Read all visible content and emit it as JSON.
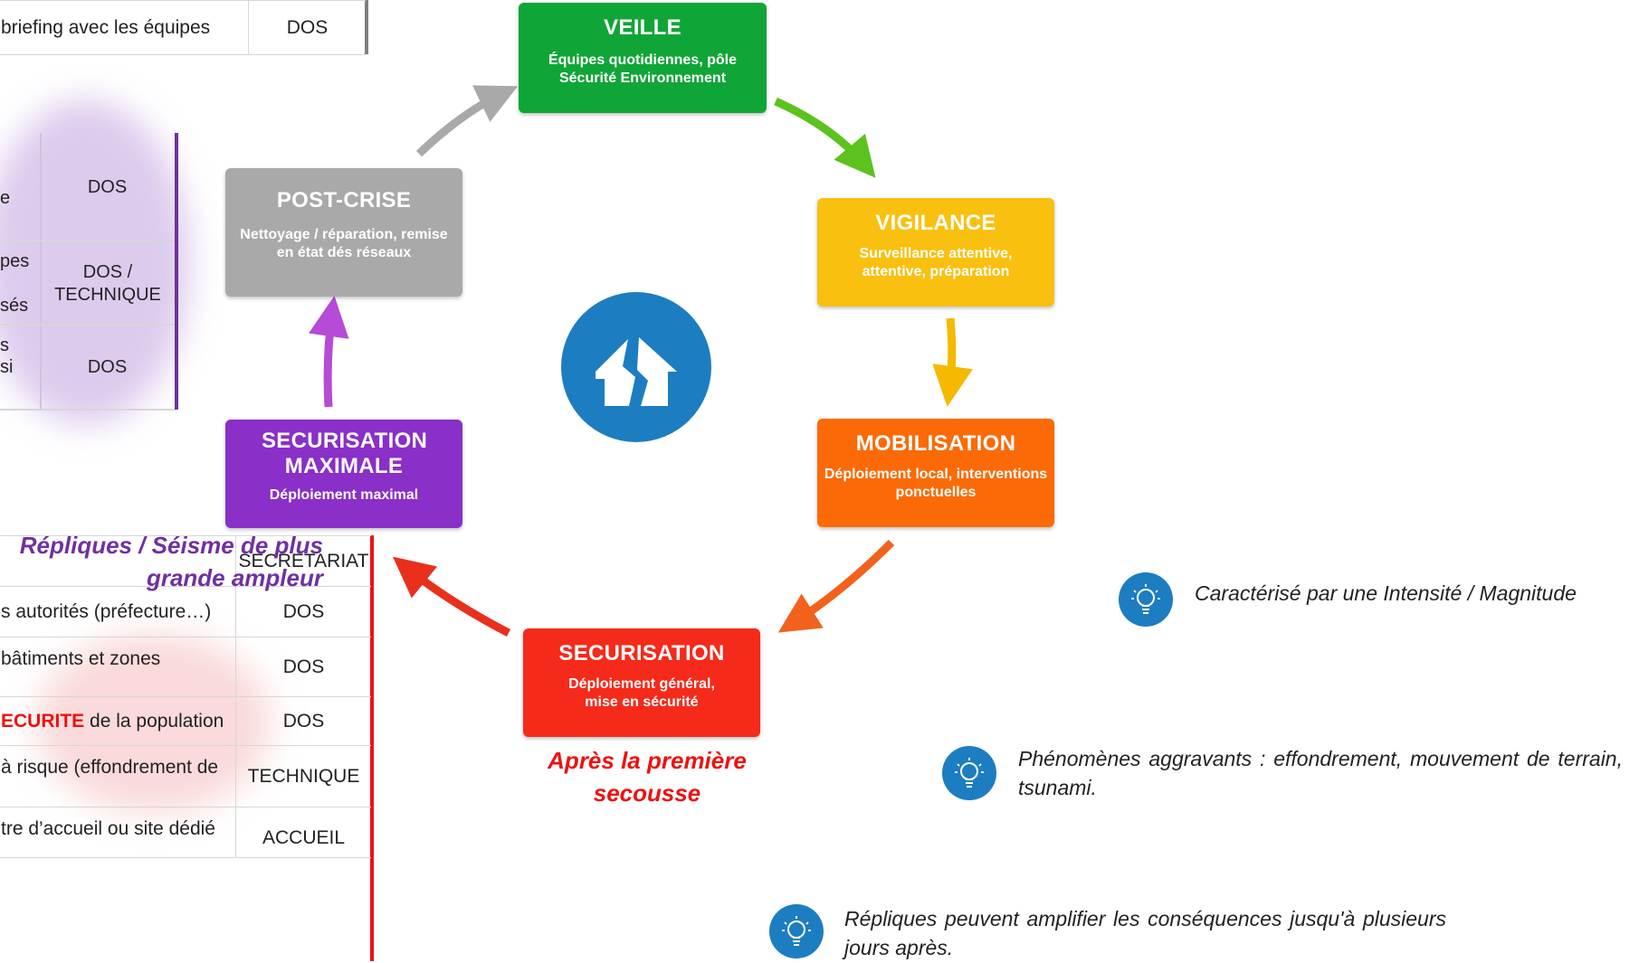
{
  "tables": {
    "top": {
      "rows": [
        {
          "task": "briefing avec les équipes",
          "role": "DOS"
        }
      ]
    },
    "purple": {
      "rows": [
        {
          "task": "e",
          "role": "DOS"
        },
        {
          "task_lines": [
            "pes",
            "sés"
          ],
          "role": "DOS / TECHNIQUE"
        },
        {
          "task_lines": [
            "s",
            "si"
          ],
          "role": "DOS"
        }
      ]
    },
    "red": {
      "rows": [
        {
          "task": "",
          "role": "SECRETARIAT"
        },
        {
          "task": "s autorités (préfecture…)",
          "role": "DOS"
        },
        {
          "task": "bâtiments et zones",
          "role": "DOS"
        },
        {
          "task_highlight": "ECURITE",
          "task_rest": " de la population",
          "role": "DOS"
        },
        {
          "task": "à risque (effondrement de",
          "role": "TECHNIQUE"
        },
        {
          "task": "tre d’accueil ou site dédié",
          "role": "ACCUEIL"
        }
      ]
    }
  },
  "cycle": {
    "veille": {
      "title": "VEILLE",
      "desc": "Équipes quotidiennes, pôle Sécurité Environnement",
      "color": "#10a537"
    },
    "vigilance": {
      "title": "VIGILANCE",
      "desc": "Surveillance attentive, attentive, préparation",
      "color": "#f9c00f"
    },
    "mobilisation": {
      "title": "MOBILISATION",
      "desc": "Déploiement local, interventions ponctuelles",
      "color": "#fb6a06"
    },
    "securisation": {
      "title": "SECURISATION",
      "desc": "Déploiement général, mise en sécurité",
      "color": "#f52a1a"
    },
    "securisation_max": {
      "title": "SECURISATION MAXIMALE",
      "desc": "Déploiement maximal",
      "color": "#8a2fc7"
    },
    "post_crise": {
      "title": "POST-CRISE",
      "desc": "Nettoyage / réparation, remise en état dés réseaux",
      "color": "#a9a9a9"
    }
  },
  "captions": {
    "repliques": "Répliques / Séisme de plus grande ampleur",
    "premiere": "Après la première secousse"
  },
  "tips": [
    {
      "text": "Caractérisé par une Intensité / Magnitude",
      "icon": "lightbulb-icon"
    },
    {
      "text": "Phénomènes aggravants : effondrement, mouvement de terrain, tsunami.",
      "icon": "lightbulb-icon"
    },
    {
      "text": "Répliques peuvent amplifier les conséquences jusqu'à plusieurs jours après.",
      "icon": "lightbulb-icon"
    }
  ],
  "colors": {
    "purple_caption": "#7030a0",
    "red_caption": "#ee1111",
    "icon_blue": "#1d7dc1"
  }
}
